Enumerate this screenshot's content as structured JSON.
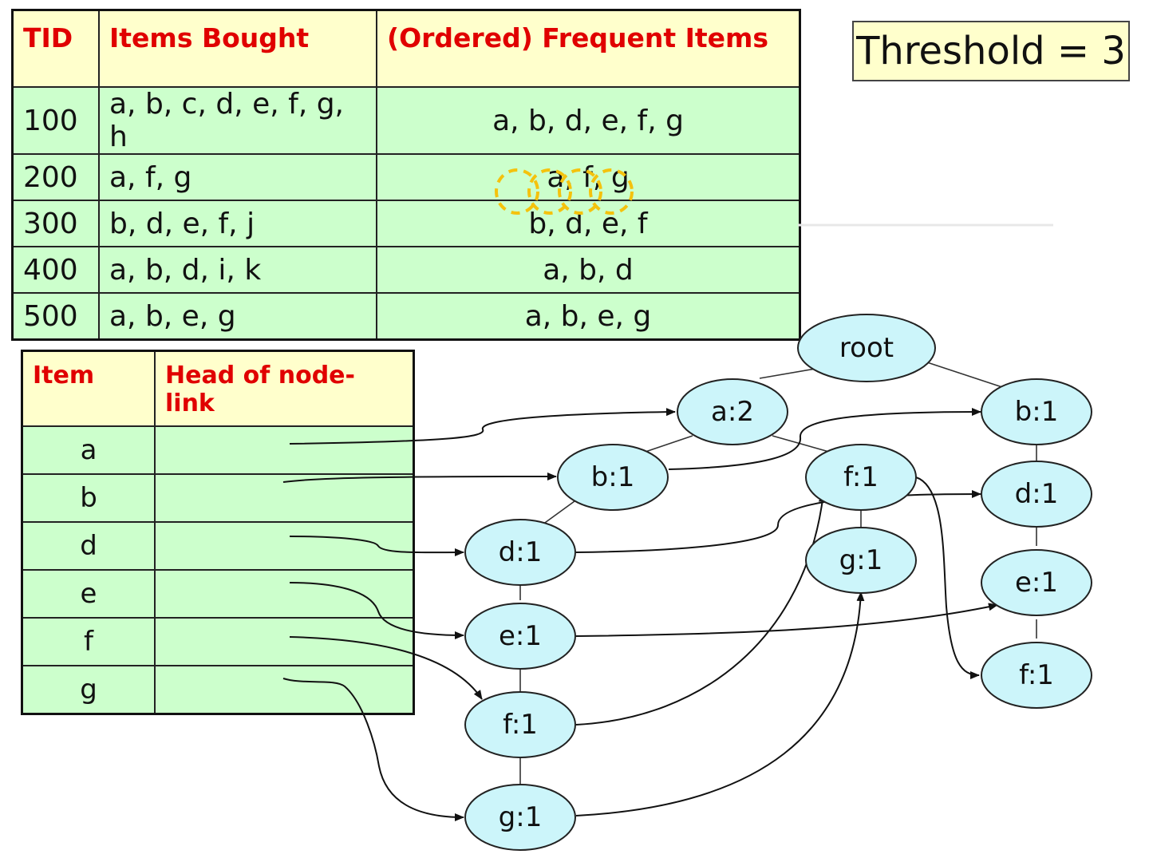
{
  "threshold": "Threshold = 3",
  "transactions": {
    "headers": [
      "TID",
      "Items Bought",
      "(Ordered) Frequent Items"
    ],
    "rows": [
      {
        "tid": "100",
        "items": "a, b, c, d, e, f, g, h",
        "frequent": "a, b, d, e, f, g"
      },
      {
        "tid": "200",
        "items": "a, f, g",
        "frequent": "a, f, g"
      },
      {
        "tid": "300",
        "items": "b, d, e, f, j",
        "frequent": "b, d, e, f"
      },
      {
        "tid": "400",
        "items": "a, b, d, i, k",
        "frequent": "a, b, d"
      },
      {
        "tid": "500",
        "items": "a, b, e, g",
        "frequent": "a, b, e, g"
      }
    ]
  },
  "header_table": {
    "headers": [
      "Item",
      "Head of node-link"
    ],
    "items": [
      "a",
      "b",
      "d",
      "e",
      "f",
      "g"
    ]
  },
  "tree": {
    "root": "root",
    "a2": "a:2",
    "b1_left": "b:1",
    "d1_left": "d:1",
    "e1_left": "e:1",
    "f1_left": "f:1",
    "g1_left": "g:1",
    "f1_mid": "f:1",
    "g1_mid": "g:1",
    "b1_right": "b:1",
    "d1_right": "d:1",
    "e1_right": "e:1",
    "f1_right": "f:1"
  },
  "colors": {
    "header_text": "#e00000",
    "header_bg": "#ffffcc",
    "cell_bg": "#ccffcc",
    "node_fill": "#ccf5fa",
    "highlight": "#f4c20d"
  }
}
